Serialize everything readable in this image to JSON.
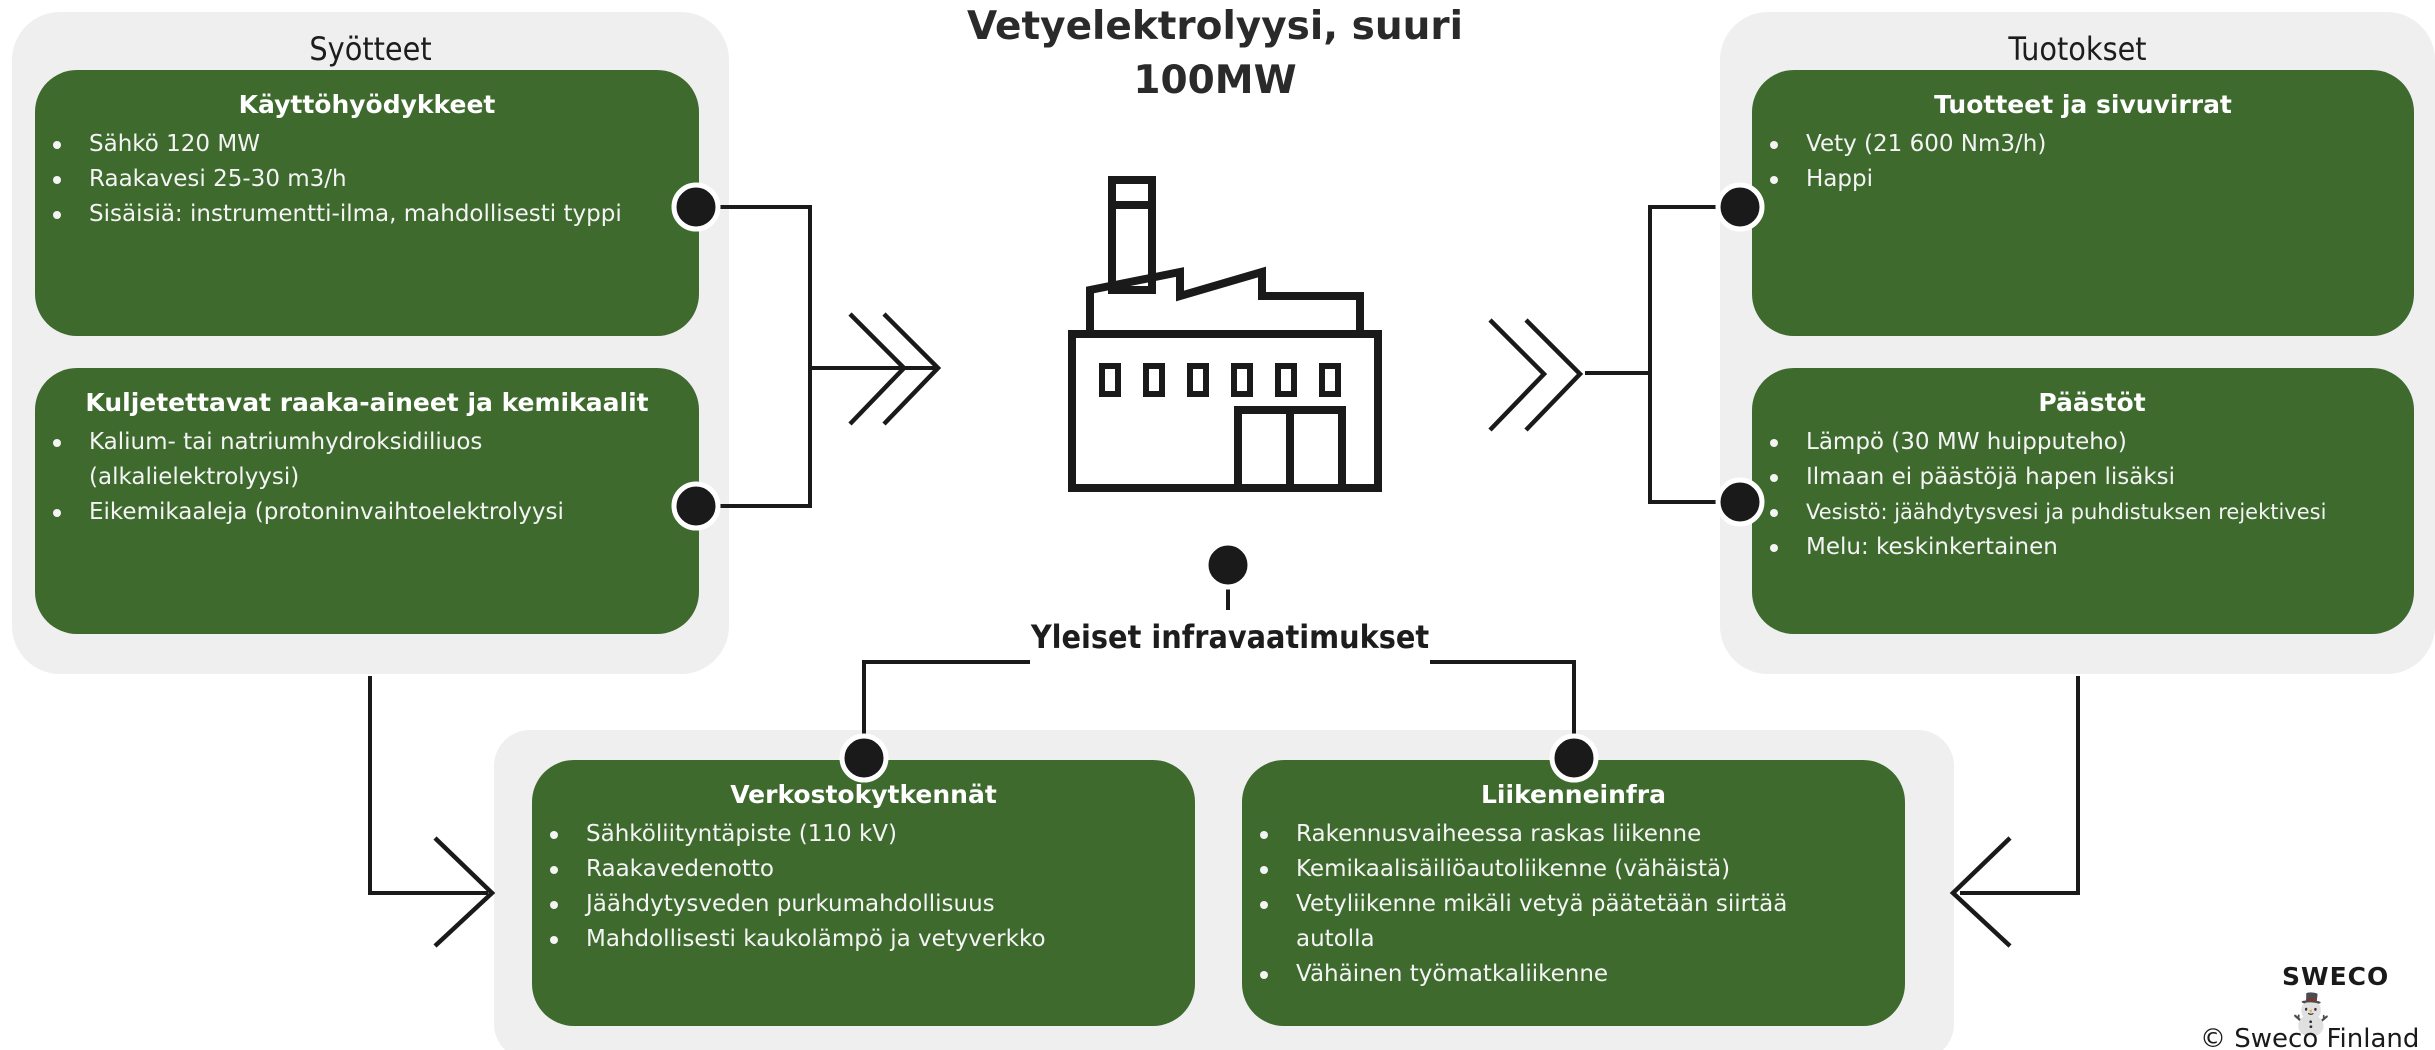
{
  "title": "Vetyelektrolyysi, suuri\n100MW",
  "inputs": {
    "title": "Syötteet",
    "cards": [
      {
        "title": "Käyttöhyödykkeet",
        "items": [
          "Sähkö 120 MW",
          "Raakavesi 25-30 m3/h",
          "Sisäisiä: instrumentti-ilma, mahdollisesti typpi"
        ]
      },
      {
        "title": "Kuljetettavat raaka-aineet ja kemikaalit",
        "items": [
          "Kalium- tai natriumhydroksidiliuos\n(alkalielektrolyysi)",
          "Eikemikaaleja (protoninvaihtoelektrolyysi"
        ]
      }
    ]
  },
  "outputs": {
    "title": "Tuotokset",
    "cards": [
      {
        "title": "Tuotteet ja sivuvirrat",
        "items": [
          "Vety (21 600 Nm3/h)",
          "Happi"
        ]
      },
      {
        "title": "Päästöt",
        "items": [
          "Lämpö (30 MW huipputeho)",
          "Ilmaan ei päästöjä hapen lisäksi",
          "Vesistö: jäähdytysvesi ja puhdistuksen rejektivesi",
          "Melu: keskinkertainen"
        ]
      }
    ]
  },
  "infra": {
    "label": "Yleiset infravaatimukset",
    "cards": [
      {
        "title": "Verkostokytkennät",
        "items": [
          "Sähköliityntäpiste (110 kV)",
          "Raakavedenotto",
          "Jäähdytysveden purkumahdollisuus",
          "Mahdollisesti kaukolämpö ja vetyverkko"
        ]
      },
      {
        "title": "Liikenneinfra",
        "items": [
          "Rakennusvaiheessa raskas liikenne",
          "Kemikaalisäiliöautoliikenne (vähäistä)",
          "Vetyliikenne mikäli vetyä päätetään siirtää\nautolla",
          "Vähäinen työmatkaliikenne"
        ]
      }
    ]
  },
  "icons": [
    "factory-icon",
    "double-chevron-right-icon",
    "arrow-right-icon",
    "arrow-left-icon",
    "connector-dot-icon"
  ],
  "logo": "SWECO",
  "copyright": "© Sweco Finland",
  "colors": {
    "card_green": "#3e6a2e",
    "panel_gray": "#efefef",
    "line": "#1a1a1a"
  }
}
